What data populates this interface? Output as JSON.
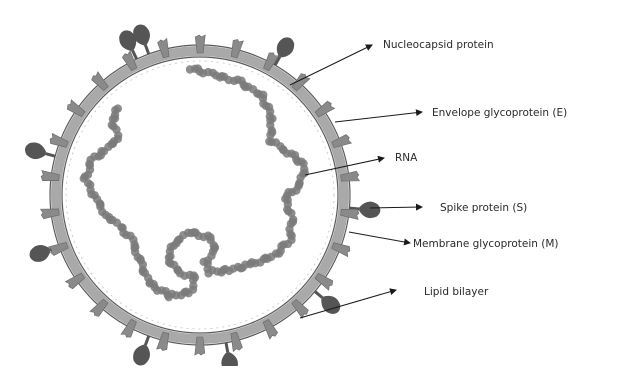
{
  "diagram": {
    "labels": [
      {
        "id": "nucleocapsid",
        "text": "Nucleocapsid protein"
      },
      {
        "id": "envelope",
        "text": "Envelope glycoprotein (E)"
      },
      {
        "id": "rna",
        "text": "RNA"
      },
      {
        "id": "spike",
        "text": "Spike protein (S)"
      },
      {
        "id": "membrane",
        "text": "Membrane glycoprotein (M)"
      },
      {
        "id": "lipid",
        "text": "Lipid bilayer"
      }
    ],
    "colors": {
      "membrane_fill": "#a9a9a9",
      "membrane_stroke": "#5a5a5a",
      "rna": "#7a7a7a",
      "spike": "#555555",
      "envelope_protein": "#8a8a8a",
      "text": "#2a2a2a",
      "arrow": "#1a1a1a"
    }
  }
}
